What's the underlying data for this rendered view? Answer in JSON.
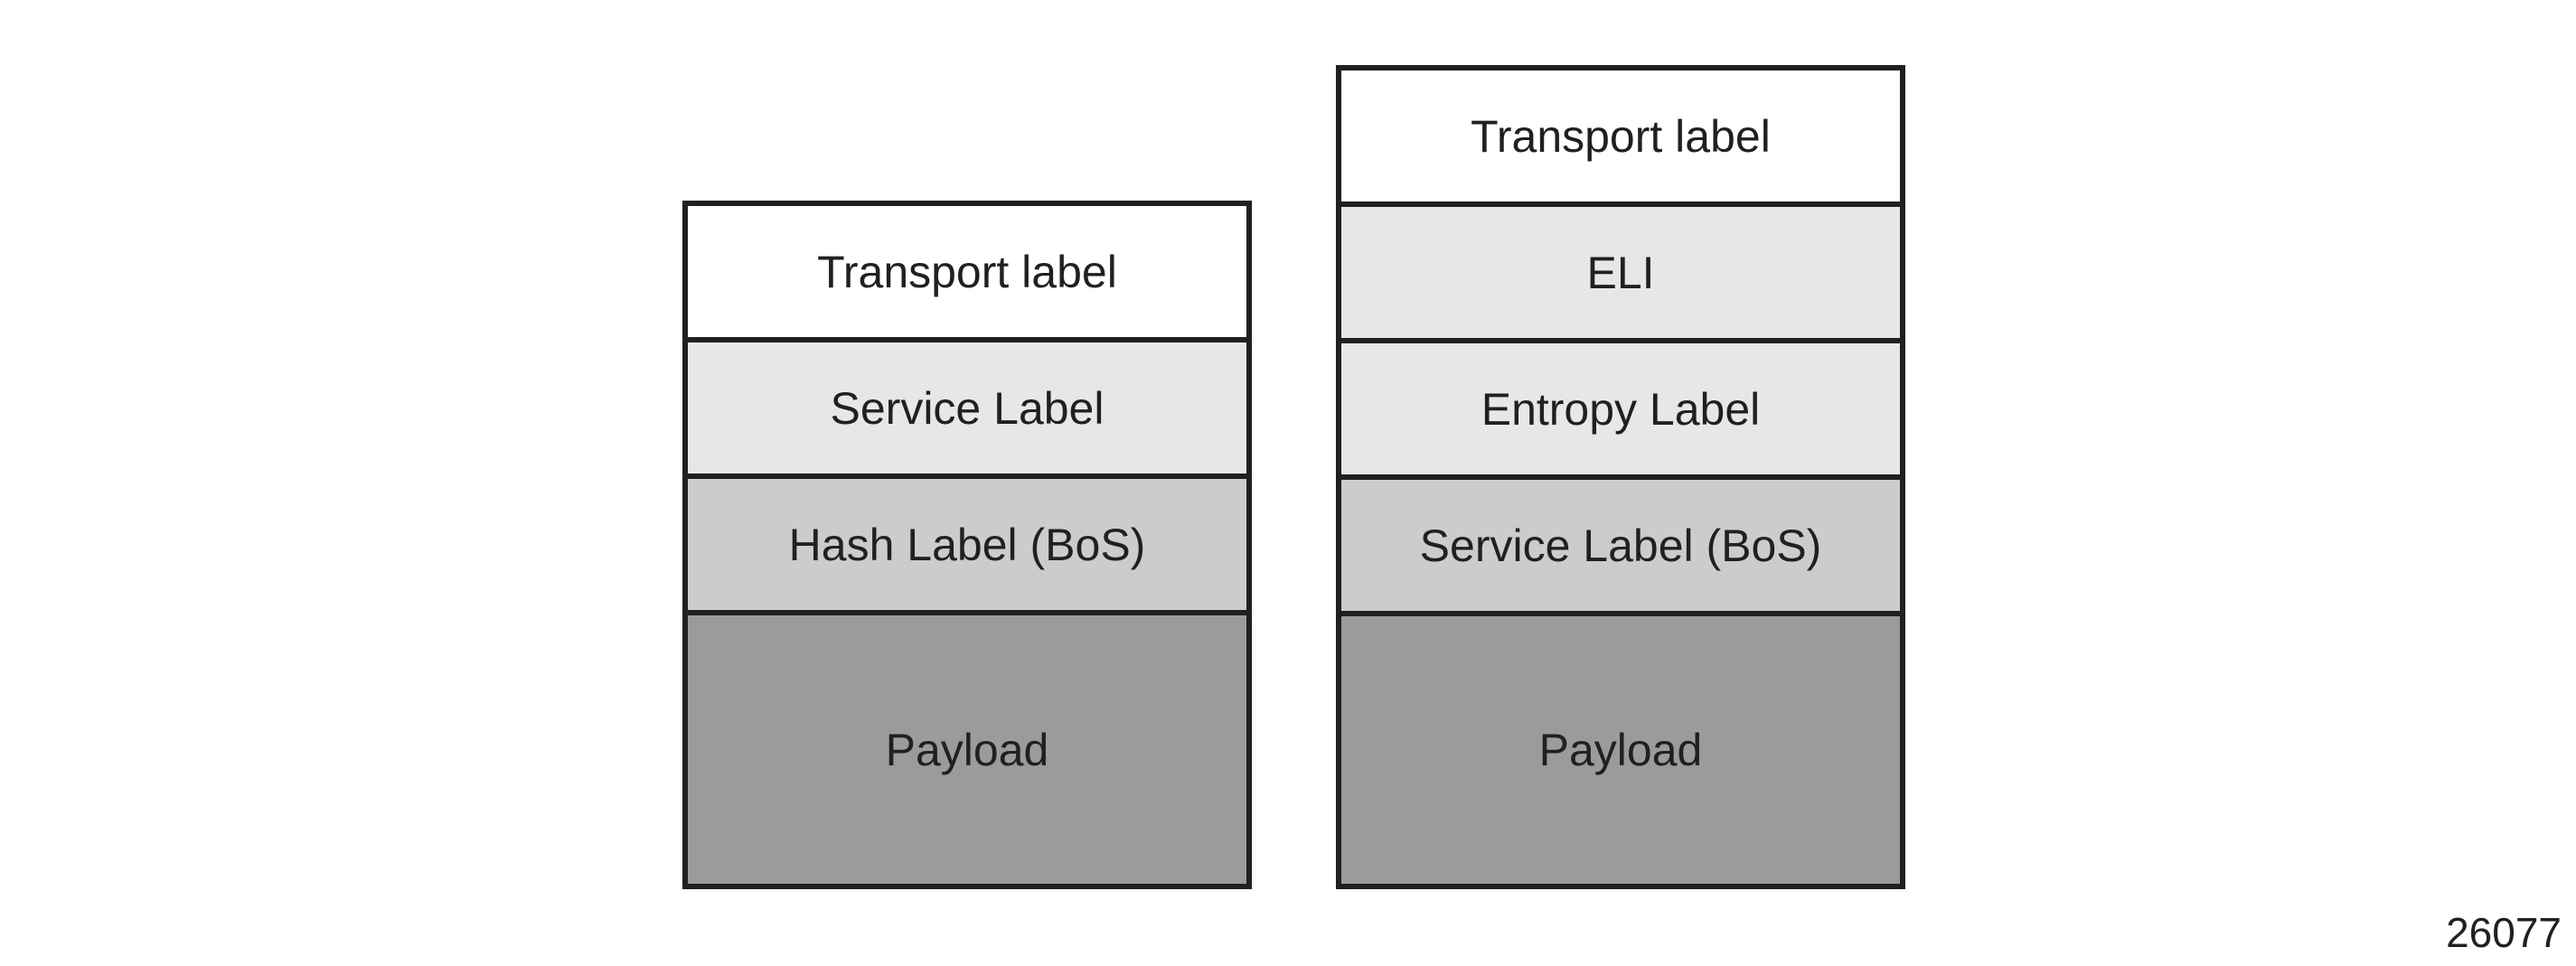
{
  "figure_number": "26077",
  "colors": {
    "white": "#ffffff",
    "light_gray": "#e6e7e8",
    "medium_gray": "#cccccc",
    "dark_gray": "#9b9b9d",
    "border": "#231f20"
  },
  "stacks": [
    {
      "id": "without-entropy-label",
      "rows": [
        {
          "label": "Transport label",
          "color": "#ffffff"
        },
        {
          "label": "Service Label",
          "color": "#e6e7e8"
        },
        {
          "label": "Hash Label (BoS)",
          "color": "#cccccc"
        },
        {
          "label": "Payload",
          "color": "#9b9b9d"
        }
      ]
    },
    {
      "id": "with-entropy-label",
      "rows": [
        {
          "label": "Transport label",
          "color": "#ffffff"
        },
        {
          "label": "ELI",
          "color": "#e6e7e8"
        },
        {
          "label": "Entropy Label",
          "color": "#e6e7e8"
        },
        {
          "label": "Service Label (BoS)",
          "color": "#cccccc"
        },
        {
          "label": "Payload",
          "color": "#9b9b9d"
        }
      ]
    }
  ]
}
